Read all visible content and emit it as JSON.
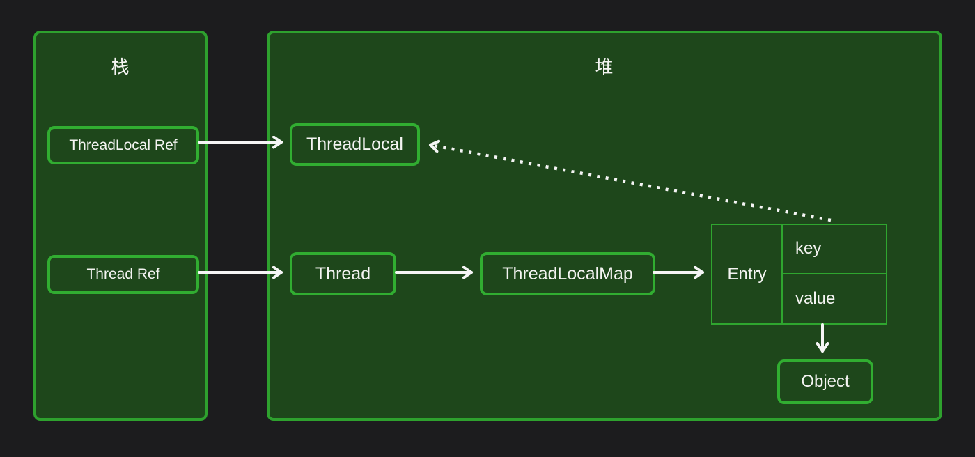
{
  "diagram": {
    "title_hint": "Java ThreadLocal memory layout",
    "stack": {
      "title": "栈",
      "nodes": [
        {
          "id": "threadlocal-ref",
          "label": "ThreadLocal Ref"
        },
        {
          "id": "thread-ref",
          "label": "Thread Ref"
        }
      ]
    },
    "heap": {
      "title": "堆",
      "nodes": [
        {
          "id": "threadlocal",
          "label": "ThreadLocal"
        },
        {
          "id": "thread",
          "label": "Thread"
        },
        {
          "id": "threadlocalmap",
          "label": "ThreadLocalMap"
        },
        {
          "id": "object",
          "label": "Object"
        }
      ],
      "entry_table": {
        "entry": "Entry",
        "key": "key",
        "value": "value"
      }
    },
    "edges": [
      {
        "from": "threadlocal-ref",
        "to": "threadlocal",
        "style": "solid"
      },
      {
        "from": "thread-ref",
        "to": "thread",
        "style": "solid"
      },
      {
        "from": "thread",
        "to": "threadlocalmap",
        "style": "solid"
      },
      {
        "from": "threadlocalmap",
        "to": "entry",
        "style": "solid"
      },
      {
        "from": "entry-value",
        "to": "object",
        "style": "solid"
      },
      {
        "from": "entry-key",
        "to": "threadlocal",
        "style": "dotted"
      }
    ],
    "colors": {
      "background": "#1c1c1e",
      "panel_fill": "#1e471b",
      "panel_border": "#2ea12e",
      "node_border": "#31ad31",
      "table_border": "#2fa62f",
      "arrow_white": "#f5f5f5",
      "text": "#f4f4f2"
    }
  }
}
